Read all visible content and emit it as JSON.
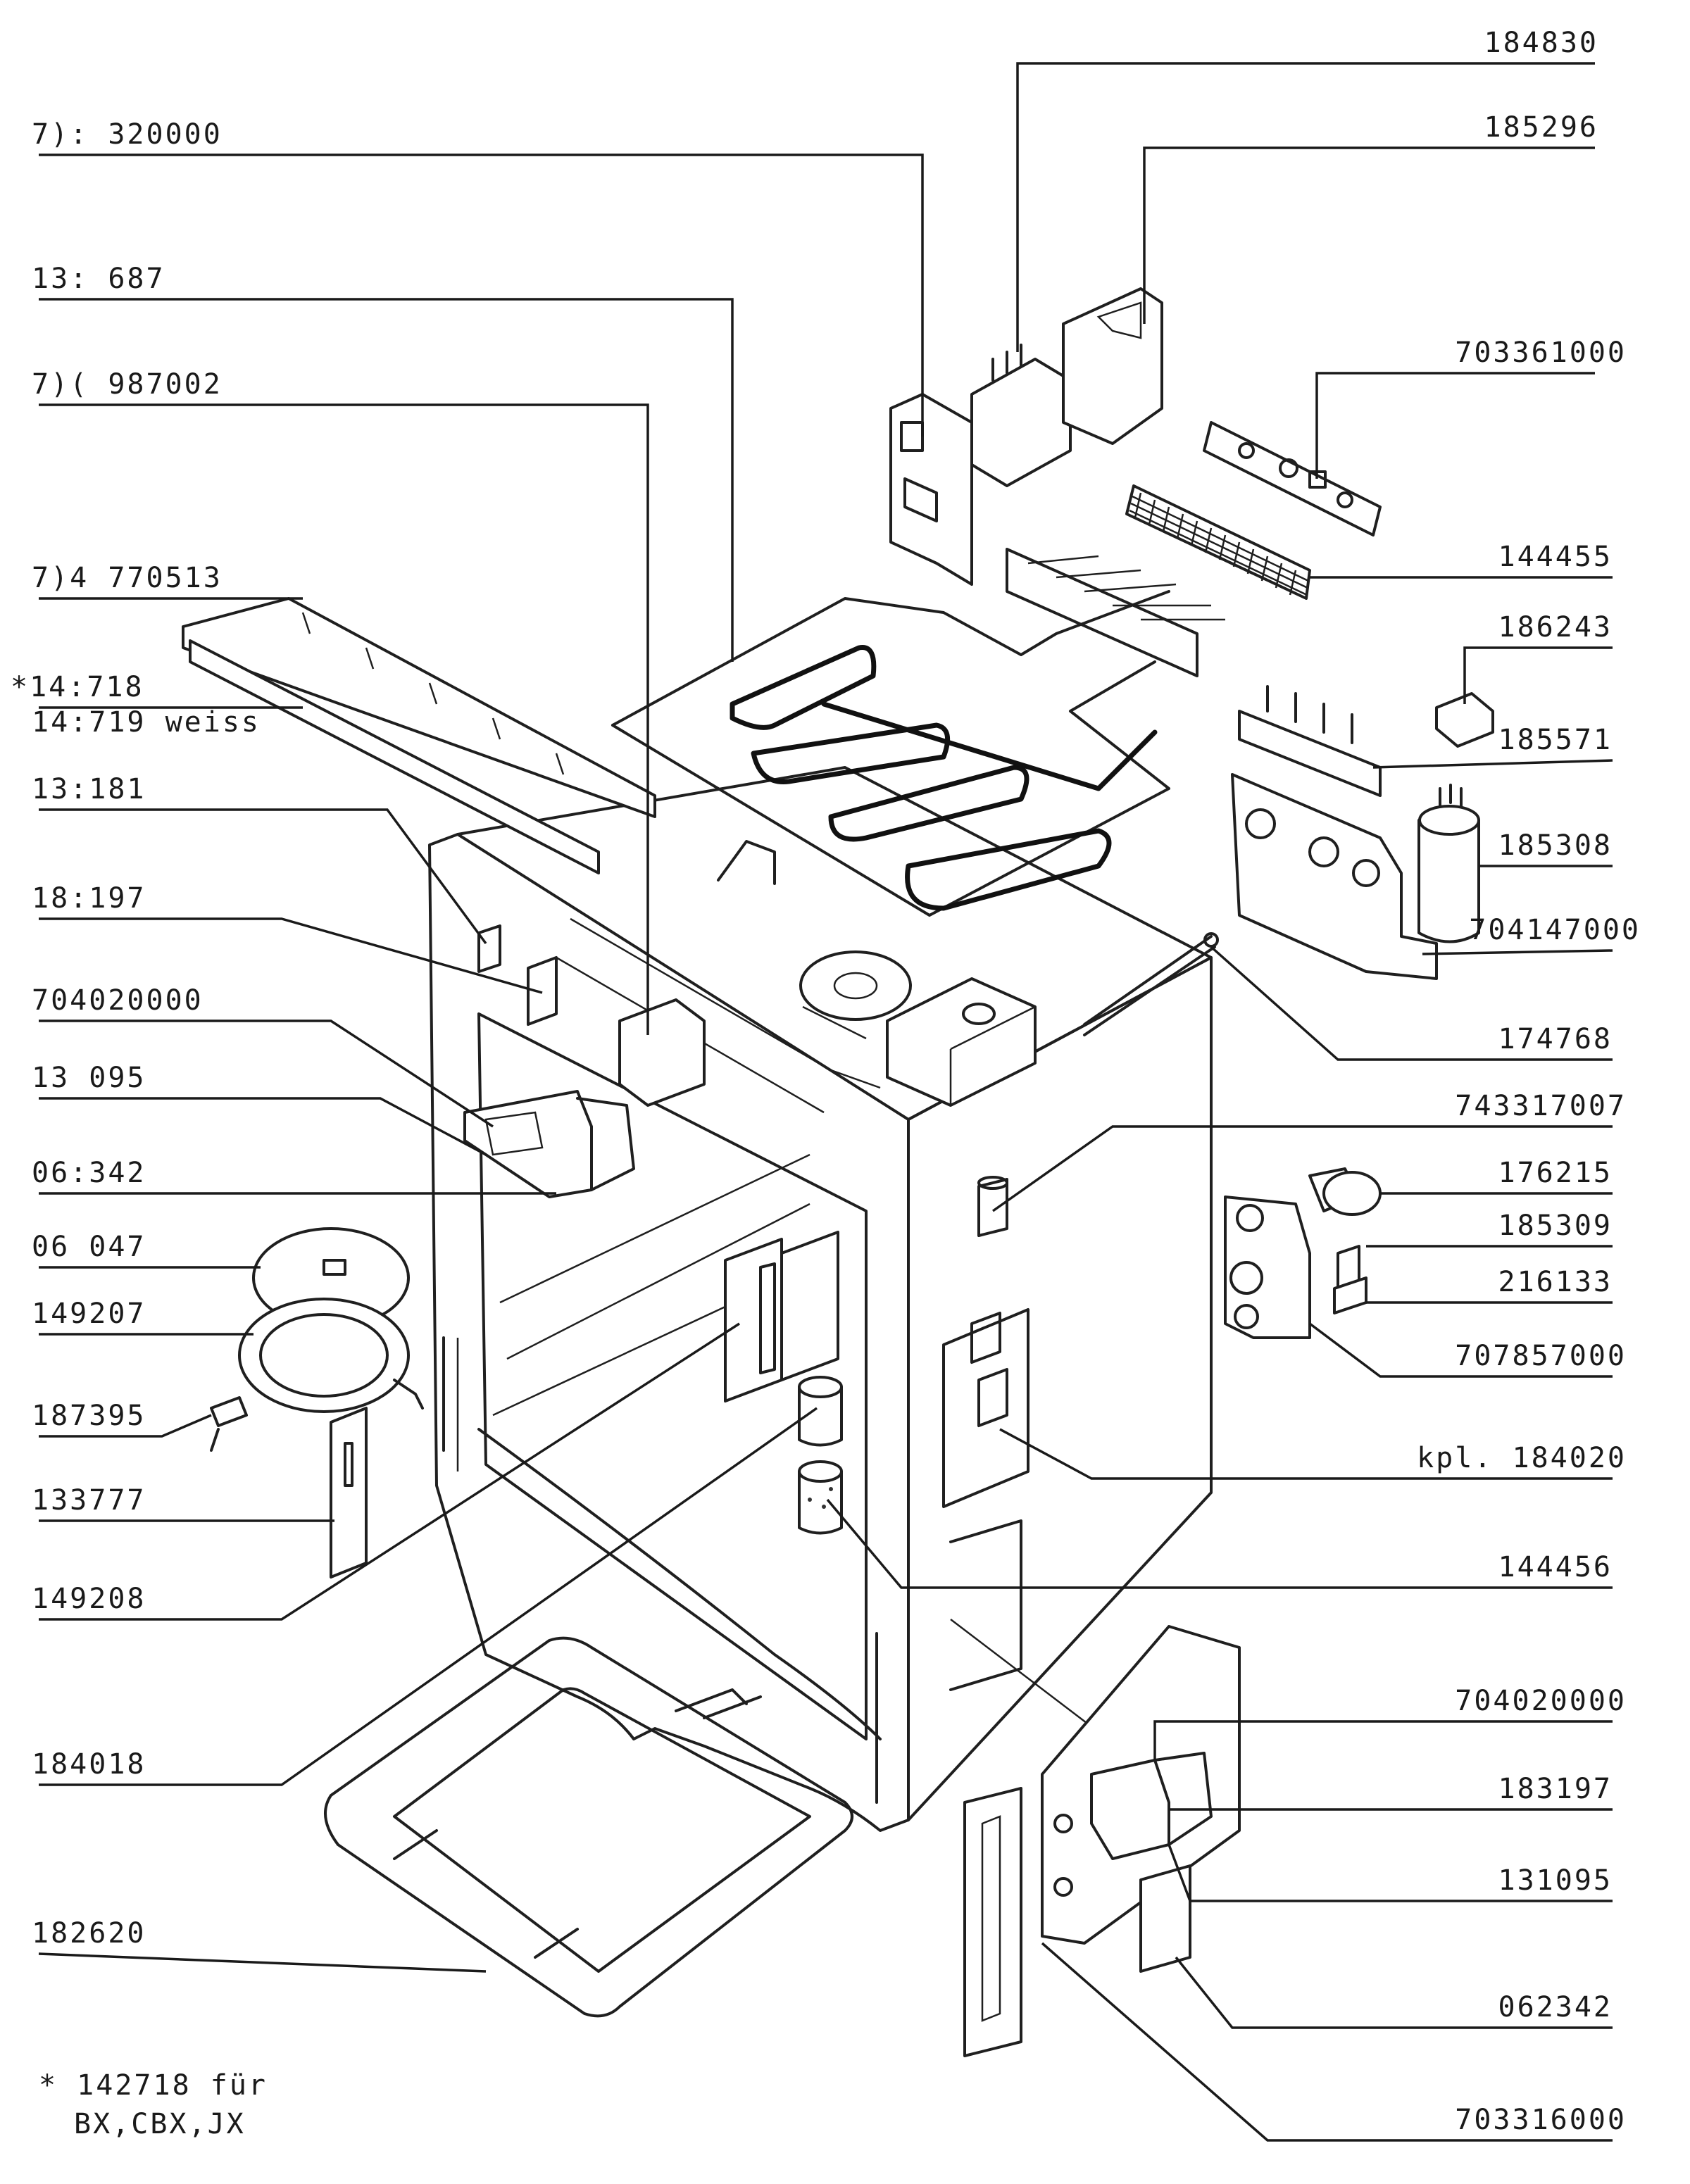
{
  "labels": {
    "r184830": "184830",
    "r185296": "185296",
    "r703361000": "703361000",
    "r144455": "144455",
    "r186243": "186243",
    "r185571": "185571",
    "r185308": "185308",
    "r704147000": "704147000",
    "r174768": "174768",
    "r743317007": "743317007",
    "r176215": "176215",
    "r185309": "185309",
    "r216133": "216133",
    "r707857000": "707857000",
    "r184020": "kpl.  184020",
    "r144456": "144456",
    "r704020000b": "704020000",
    "r183197b": "183197",
    "r131095b": "131095",
    "r062342b": "062342",
    "r703316000": "703316000",
    "l320000": "7): 320000",
    "l687": "13: 687",
    "l987002": "7)( 987002",
    "l770513": "7)4 770513",
    "l142718": "*14:718",
    "l142719": "14:719 weiss",
    "l135181": "13:181",
    "l183197a": "18:197",
    "l704020000a": "704020000",
    "l131095a": "13 095",
    "l062342a": "06:342",
    "l061047": "06 047",
    "l149207": "149207",
    "l187395": "187395",
    "l133777": "133777",
    "l149208": "149208",
    "l184018": "184018",
    "l182620": "182620"
  },
  "footnote": {
    "line1": "*  142718 für",
    "line2": "BX,CBX,JX"
  }
}
